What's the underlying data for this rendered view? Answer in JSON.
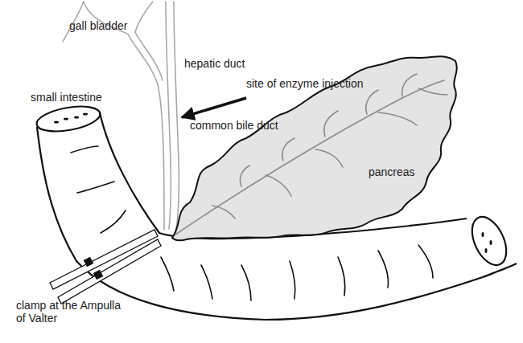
{
  "diagram": {
    "nodes": [
      {
        "text": [
          "pancreas"
        ]
      }
    ],
    "labels": [
      "gall bladder",
      "hepatic duct",
      "site of enzyme injection",
      "small intestine",
      "common bile duct",
      "clamp at the Ampulla of Valter"
    ]
  }
}
